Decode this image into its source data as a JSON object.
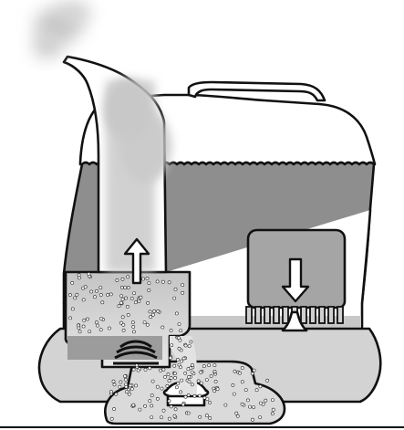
{
  "diagram": {
    "subject": "humidifier-cutaway",
    "colors": {
      "background": "#ffffff",
      "outline": "#111111",
      "water": "#8e8e8e",
      "mist": "#c9c9c9",
      "light_fill": "#d8d8d8",
      "base": "#d3d3d3",
      "particle": "#ffffff"
    },
    "arrows": [
      {
        "name": "arrow-up-icon",
        "direction": "up"
      },
      {
        "name": "arrow-down-icon",
        "direction": "down"
      }
    ]
  }
}
